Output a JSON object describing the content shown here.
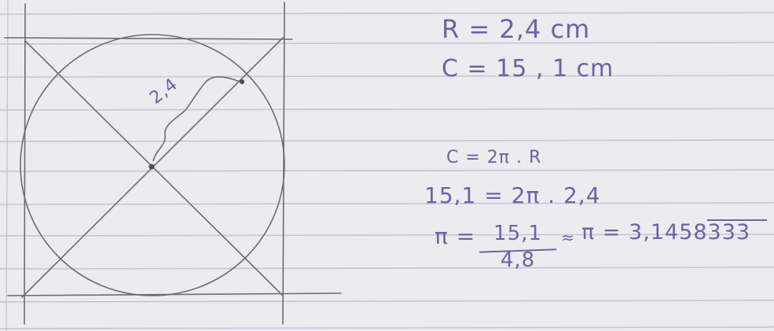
{
  "notes": {
    "radius": "R = 2,4 cm",
    "circumference": "C = 15 , 1 cm",
    "formula": "C = 2π . R",
    "substitution": "15,1 = 2π . 2,4",
    "pi_label": "π =",
    "fraction_numerator": "15,1",
    "fraction_denominator": "4,8",
    "approx_symbol": "≈",
    "pi_result": "π = 3,1458333"
  },
  "drawing": {
    "radius_label": "2,4"
  },
  "colors": {
    "ink": "#6b63a6",
    "pencil": "#6e6c72",
    "paper": "#ecebee",
    "ruled_line": "#b9b8d6",
    "margin_line": "#c9b9c9"
  }
}
